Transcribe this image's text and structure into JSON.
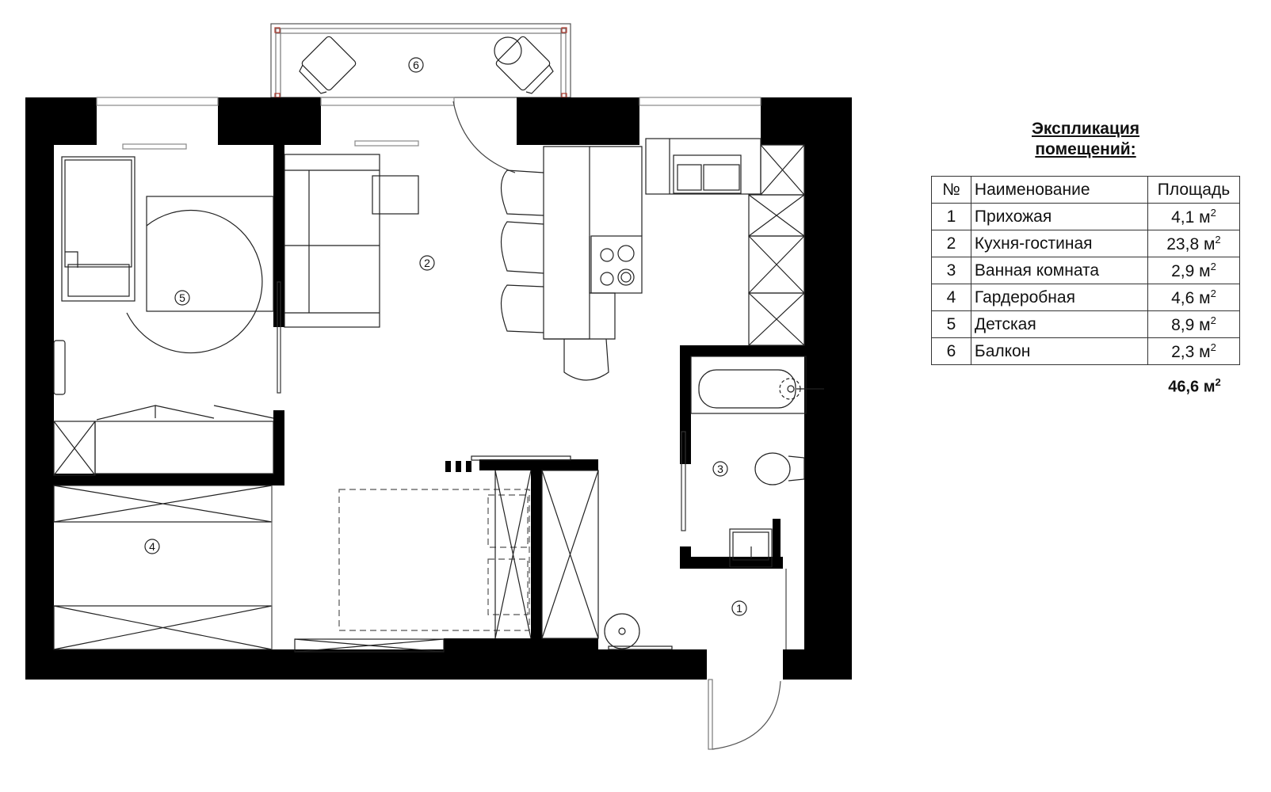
{
  "legend": {
    "title_line1": "Экспликация",
    "title_line2": "помещений:",
    "headers": {
      "no": "№",
      "name": "Наименование",
      "area": "Площадь"
    },
    "area_unit": "м",
    "area_unit_power": "2",
    "rows": [
      {
        "no": "1",
        "name": "Прихожая",
        "area": "4,1"
      },
      {
        "no": "2",
        "name": "Кухня-гостиная",
        "area": "23,8"
      },
      {
        "no": "3",
        "name": "Ванная комната",
        "area": "2,9"
      },
      {
        "no": "4",
        "name": "Гардеробная",
        "area": "4,6"
      },
      {
        "no": "5",
        "name": "Детская",
        "area": "8,9"
      },
      {
        "no": "6",
        "name": "Балкон",
        "area": "2,3"
      }
    ],
    "total": "46,6"
  },
  "plan": {
    "room_markers": [
      "1",
      "2",
      "3",
      "4",
      "5",
      "6"
    ],
    "colors": {
      "wall": "#000000",
      "line": "#222222",
      "dashed": "#555555",
      "window_accent": "#b03a2e"
    }
  }
}
